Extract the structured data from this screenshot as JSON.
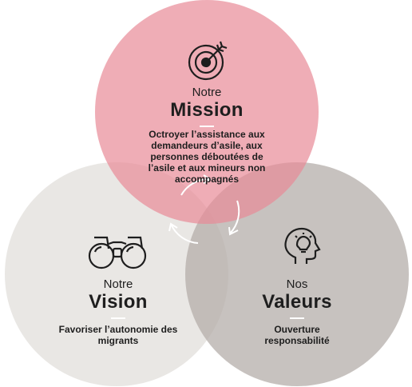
{
  "mission": {
    "prefix": "Notre",
    "title": "Mission",
    "description": "Octroyer l’assistance aux demandeurs d’asile, aux personnes déboutées de l’asile et aux mineurs non accompagnés",
    "icon": "target-icon",
    "color": "#e88a97"
  },
  "vision": {
    "prefix": "Notre",
    "title": "Vision",
    "description": "Favoriser l’autonomie des migrants",
    "icon": "binoculars-icon",
    "color": "#e7e5e2"
  },
  "values": {
    "prefix": "Nos",
    "title": "Valeurs",
    "description": "Ouverture responsabilité",
    "icon": "head-lightbulb-icon",
    "color": "#b4aeaa"
  },
  "center_icon": "cycle-arrows-icon"
}
